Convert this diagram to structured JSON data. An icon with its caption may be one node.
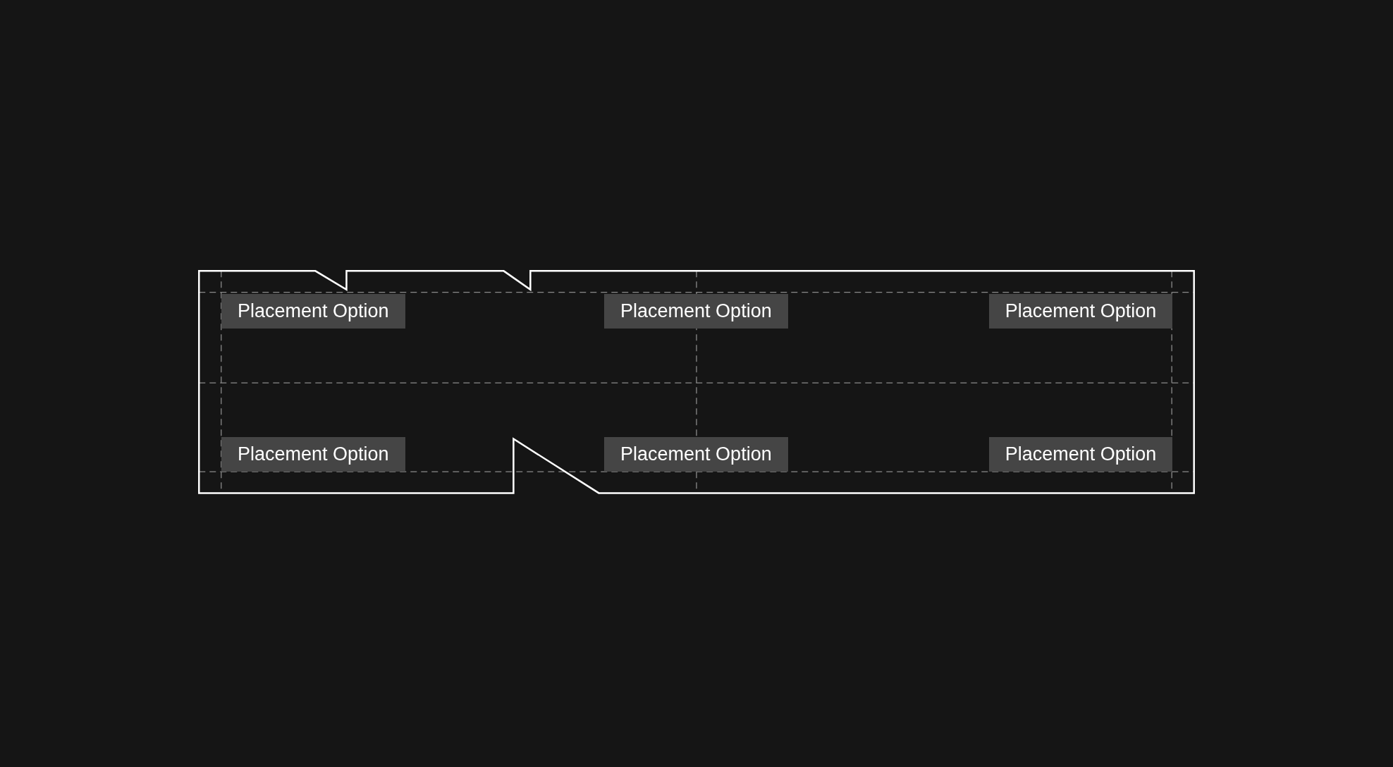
{
  "diagram": {
    "nodes": [
      {
        "text": [
          "Placement Option"
        ]
      },
      {
        "text": [
          "Placement Option"
        ]
      },
      {
        "text": [
          "Placement Option"
        ]
      },
      {
        "text": [
          "Placement Option"
        ]
      },
      {
        "text": [
          "Placement Option"
        ]
      },
      {
        "text": [
          "Placement Option"
        ]
      }
    ]
  }
}
